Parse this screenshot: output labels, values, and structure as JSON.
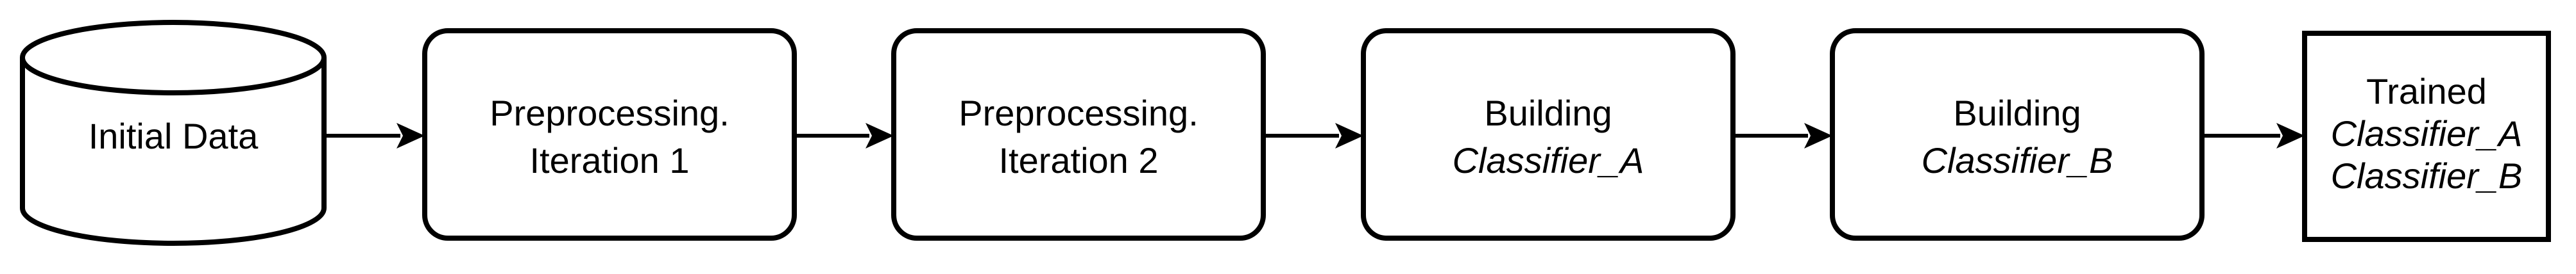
{
  "nodes": {
    "initial_data": {
      "shape": "cylinder",
      "label": "Initial Data"
    },
    "preprocessing_1": {
      "shape": "rounded-rectangle",
      "line1": "Preprocessing.",
      "line2": "Iteration 1"
    },
    "preprocessing_2": {
      "shape": "rounded-rectangle",
      "line1": "Preprocessing.",
      "line2": "Iteration 2"
    },
    "building_a": {
      "shape": "rounded-rectangle",
      "line1": "Building",
      "line2": "Classifier_A"
    },
    "building_b": {
      "shape": "rounded-rectangle",
      "line1": "Building",
      "line2": "Classifier_B"
    },
    "trained": {
      "shape": "rectangle",
      "line1": "Trained",
      "line2": "Classifier_A",
      "line3": "Classifier_B"
    }
  },
  "edges": [
    {
      "from": "Initial Data",
      "to": "Preprocessing. Iteration 1"
    },
    {
      "from": "Preprocessing. Iteration 1",
      "to": "Preprocessing. Iteration 2"
    },
    {
      "from": "Preprocessing. Iteration 2",
      "to": "Building Classifier_A"
    },
    {
      "from": "Building Classifier_A",
      "to": "Building Classifier_B"
    },
    {
      "from": "Building Classifier_B",
      "to": "Trained Classifier_A Classifier_B"
    }
  ]
}
